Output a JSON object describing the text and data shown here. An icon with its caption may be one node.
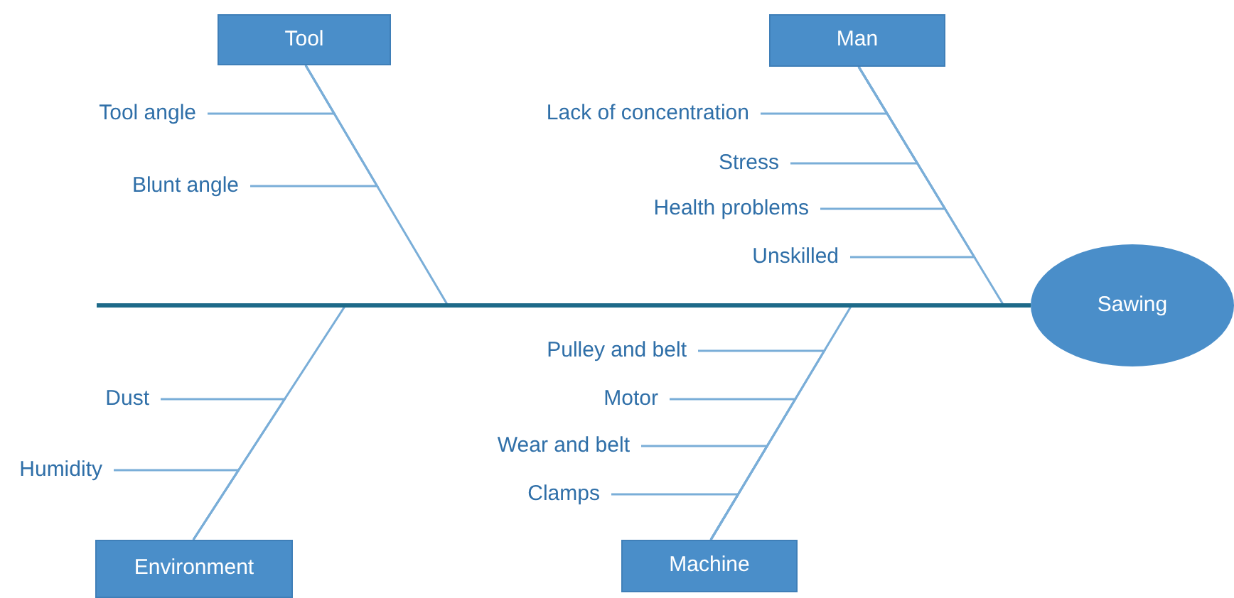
{
  "diagram": {
    "nodes": [
      {
        "text": [
          "Tool"
        ]
      },
      {
        "text": [
          "Man"
        ]
      },
      {
        "text": [
          "Tool angle"
        ]
      },
      {
        "text": [
          "Lack of concentration"
        ]
      },
      {
        "text": [
          "Blunt angle"
        ]
      },
      {
        "text": [
          "Stress"
        ]
      },
      {
        "text": [
          "Health problems"
        ]
      },
      {
        "text": [
          "Unskilled"
        ]
      },
      {
        "text": [
          "Sawing"
        ]
      },
      {
        "text": [
          "Pulley and belt"
        ]
      },
      {
        "text": [
          "Dust"
        ]
      },
      {
        "text": [
          "Motor"
        ]
      },
      {
        "text": [
          "Wear and belt"
        ]
      },
      {
        "text": [
          "Humidity"
        ]
      },
      {
        "text": [
          "Clamps"
        ]
      },
      {
        "text": [
          "Environment"
        ]
      },
      {
        "text": [
          "Machine"
        ]
      }
    ],
    "edges": [
      {
        "from": null,
        "to": 8,
        "arrow": "none",
        "style": "thick",
        "color": "#1d6a89"
      },
      {
        "from": 0,
        "to": 8,
        "arrow": "none"
      },
      {
        "from": 1,
        "to": 8,
        "arrow": "none"
      },
      {
        "from": 15,
        "to": 8,
        "arrow": "none"
      },
      {
        "from": 16,
        "to": 8,
        "arrow": "none"
      },
      {
        "from": 2,
        "to": 0,
        "arrow": "none"
      },
      {
        "from": 4,
        "to": 0,
        "arrow": "none"
      },
      {
        "from": 3,
        "to": 1,
        "arrow": "none"
      },
      {
        "from": 5,
        "to": 1,
        "arrow": "none"
      },
      {
        "from": 6,
        "to": 1,
        "arrow": "none"
      },
      {
        "from": 7,
        "to": 1,
        "arrow": "none"
      },
      {
        "from": 10,
        "to": 15,
        "arrow": "none"
      },
      {
        "from": 13,
        "to": 15,
        "arrow": "none"
      },
      {
        "from": 9,
        "to": 16,
        "arrow": "none"
      },
      {
        "from": 11,
        "to": 16,
        "arrow": "none"
      },
      {
        "from": 12,
        "to": 16,
        "arrow": "none"
      },
      {
        "from": 14,
        "to": 16,
        "arrow": "none"
      }
    ]
  }
}
